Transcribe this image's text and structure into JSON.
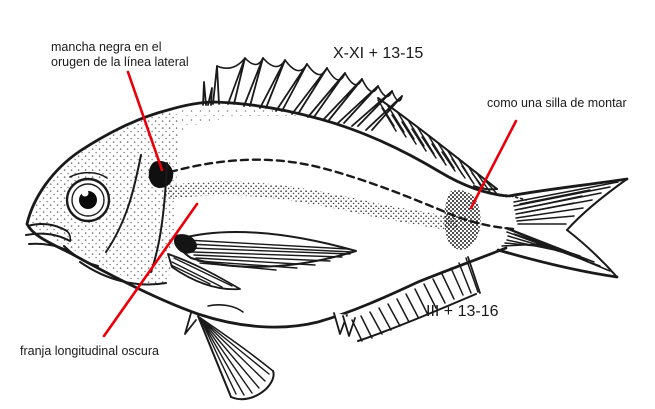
{
  "colors": {
    "ink": "#1a1a1a",
    "annotation_red": "#e9000a",
    "background": "#ffffff"
  },
  "labels": {
    "black_spot_line1": "mancha negra en el",
    "black_spot_line2": "orugen de la línea lateral",
    "dorsal_fin_formula": "X-XI + 13-15",
    "saddle": "como una silla de montar",
    "stripe": "franja longitudinal oscura",
    "anal_fin_formula": "III + 13-16"
  }
}
